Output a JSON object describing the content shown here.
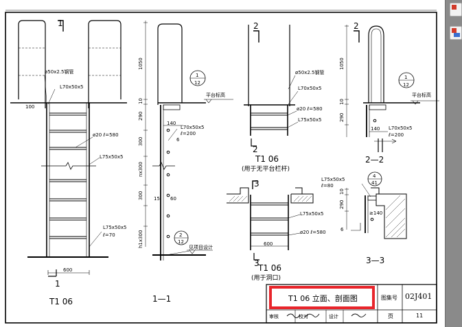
{
  "sheet": {
    "set_label": "图集号",
    "set_no": "02J401",
    "page_label": "页",
    "page_no": "11",
    "title": "T1 06  立面、剖面图",
    "review_row": [
      "审核",
      "校对",
      "设计"
    ]
  },
  "elevation": {
    "section_mark": "1",
    "bottom_mark": "1",
    "name": "T1 06",
    "pipe_note": "ø50x2.5钢管",
    "angle_top": "L70x50x5",
    "rung": "ø20  ℓ=580",
    "side_angle": "L75x50x5",
    "bottom_angle": "L75x50x5",
    "bottom_len": "ℓ=70",
    "width": "600",
    "offset": "100"
  },
  "section11": {
    "name": "1—1",
    "detail_top": "1",
    "detail_bottom": "12",
    "platform": "平台标高",
    "dims": [
      "1050",
      "10",
      "290",
      "300",
      "nx300",
      "300",
      "h1x300",
      "140",
      "15",
      "60"
    ],
    "angle": "L70x50x5",
    "angle_len": "ℓ=200",
    "gap": "6",
    "project_detail_top": "2",
    "project_detail_bottom": "12",
    "project_note": "见项目设计"
  },
  "variant2": {
    "section_mark": "2",
    "name": "T1  06",
    "caption": "(用于无平台栏杆)",
    "pipe_note": "ø50x2.5钢管",
    "angle_top": "L70x50x5",
    "rung": "ø20  ℓ=580",
    "side_angle": "L75x50x5"
  },
  "section22": {
    "name": "2—2",
    "detail_top": "1",
    "detail_bottom": "12",
    "platform": "平台标高",
    "dims": [
      "1050",
      "10",
      "290",
      "140"
    ],
    "angle": "L70x50x5",
    "angle_len": "ℓ=200"
  },
  "variant3": {
    "section_mark": "3",
    "name": "T1  06",
    "caption": "(用于洞口)",
    "side_angle": "L75x50x5",
    "rung": "ø20  ℓ=580",
    "width": "600"
  },
  "section33": {
    "name": "3—3",
    "angle": "L75x50x5",
    "angle_len": "ℓ=80",
    "detail_top": "4",
    "detail_bottom": "41",
    "dims": [
      "10",
      "290",
      "≥140",
      "6"
    ]
  }
}
